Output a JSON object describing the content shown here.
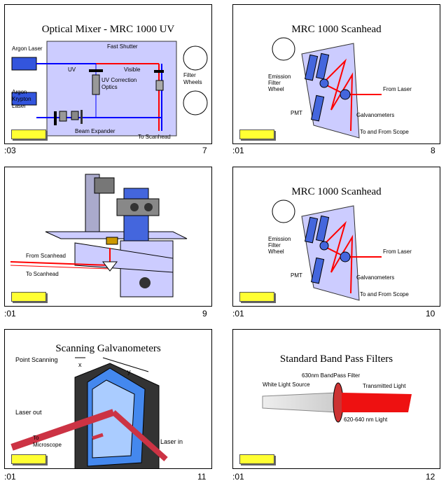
{
  "slides": [
    {
      "title": "Optical Mixer - MRC 1000 UV",
      "labels": {
        "argon_laser": "Argon Laser",
        "fast_shutter": "Fast Shutter",
        "uv": "UV",
        "visible": "Visible",
        "uv_correction": "UV Correction",
        "optics": "Optics",
        "argon_krypton": "Argon-",
        "krypton": "Krypton",
        "laser": "Laser",
        "filter": "Filter",
        "wheels": "Wheels",
        "beam_expander": "Beam Expander",
        "to_scanhead": "To Scanhead"
      },
      "left_number": ":03",
      "right_number": "7"
    },
    {
      "title": "MRC 1000 Scanhead",
      "labels": {
        "emission": "Emission",
        "filter": "Filter",
        "wheel": "Wheel",
        "from_laser": "From Laser",
        "pmt": "PMT",
        "galvanometers": "Galvanometers",
        "to_from_scope": "To and From Scope"
      },
      "left_number": ":01",
      "right_number": "8"
    },
    {
      "title": "",
      "labels": {
        "from_scanhead": "From Scanhead",
        "to_scanhead": "To Scanhead"
      },
      "left_number": ":01",
      "right_number": "9"
    },
    {
      "title": "MRC 1000 Scanhead",
      "labels": {
        "emission": "Emission",
        "filter": "Filter",
        "wheel": "Wheel",
        "from_laser": "From Laser",
        "pmt": "PMT",
        "galvanometers": "Galvanometers",
        "to_from_scope": "To and From Scope"
      },
      "left_number": ":01",
      "right_number": "10"
    },
    {
      "title": "Scanning Galvanometers",
      "labels": {
        "point_scanning": "Point Scanning",
        "x": "x",
        "y": "y",
        "laser_out": "Laser out",
        "to": "To",
        "microscope": "Microscope",
        "laser_in": "Laser in"
      },
      "left_number": ":01",
      "right_number": "11"
    },
    {
      "title": "Standard Band Pass Filters",
      "labels": {
        "bandpass": "630nm BandPass Filter",
        "white_light": "White Light Source",
        "transmitted": "Transmitted Light",
        "range": "620-640 nm Light"
      },
      "left_number": ":01",
      "right_number": "12"
    }
  ]
}
